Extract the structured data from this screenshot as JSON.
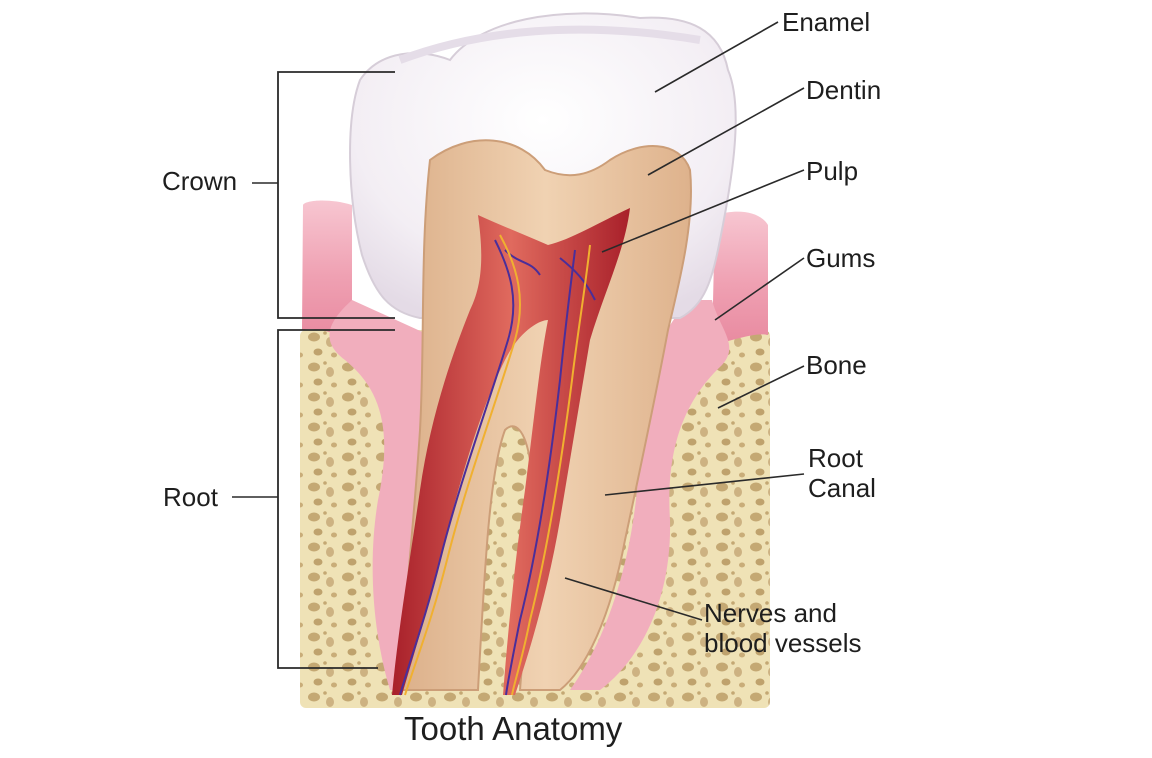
{
  "title": "Tooth Anatomy",
  "labels": {
    "enamel": "Enamel",
    "dentin": "Dentin",
    "pulp": "Pulp",
    "gums": "Gums",
    "bone": "Bone",
    "root_canal_line1": "Root",
    "root_canal_line2": "Canal",
    "nerves_line1": "Nerves and",
    "nerves_line2": "blood vessels",
    "crown": "Crown",
    "root": "Root"
  },
  "colors": {
    "enamel": "#f4f1f6",
    "dentin": "#e8c3a0",
    "pulp": "#c8343a",
    "gums": "#f0a8b8",
    "bone": "#ecdcae",
    "bone_pores": "#c9ae78",
    "nerve": "#f0b030",
    "vessel": "#4a2e9a",
    "leader_line": "#2a2a2a"
  }
}
